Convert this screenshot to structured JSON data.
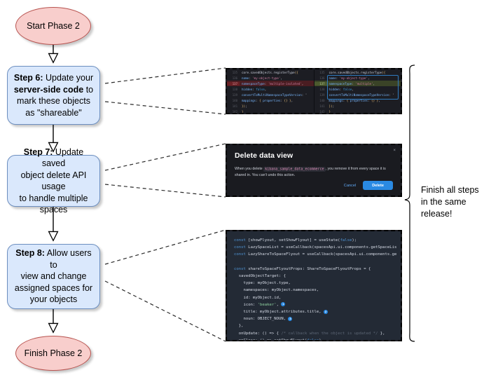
{
  "diagram": {
    "start_node": "Start Phase 2",
    "end_node": "Finish Phase 2",
    "side_note": "Finish all steps in the same release!",
    "steps": [
      {
        "id": "step6",
        "label_bold": "Step 6:",
        "label_rest": " Update your ",
        "label_bold2": "server-side code",
        "label_rest2": " to mark these objects as \"shareable\""
      },
      {
        "id": "step7",
        "line1_bold": "Step 7:",
        "line1_rest": " Update saved",
        "line2": "object delete API usage",
        "line3": "to handle multiple spaces"
      },
      {
        "id": "step8",
        "line1_bold": "Step 8:",
        "line1_rest": " Allow users to",
        "line2": "view and change",
        "line3": "assigned spaces for",
        "line4": "your objects"
      }
    ]
  },
  "diff_screenshot": {
    "left": [
      {
        "num": "135",
        "code": "core.savedObjects.registerType({",
        "state": "ctx"
      },
      {
        "num": "136",
        "code": "  name: 'my-object-type',",
        "state": "ctx"
      },
      {
        "num": "137",
        "code": "  namespaceType: 'multiple-isolated',",
        "state": "del"
      },
      {
        "num": "138",
        "code": "  hidden: false,",
        "state": "ctx"
      },
      {
        "num": "139",
        "code": "  convertToMultiNamespaceTypeVersion: '",
        "state": "ctx"
      },
      {
        "num": "140",
        "code": "  mappings: { properties: {} },",
        "state": "ctx"
      },
      {
        "num": "141",
        "code": "});",
        "state": "ctx"
      },
      {
        "num": "142",
        "code": "}",
        "state": "ctx"
      }
    ],
    "right": [
      {
        "num": "135",
        "code": "core.savedObjects.registerType({",
        "state": "ctx"
      },
      {
        "num": "136",
        "code": "  name: 'my-object-type',",
        "state": "ctx"
      },
      {
        "num": "137",
        "code": "  namespaceType: 'multiple',",
        "state": "add"
      },
      {
        "num": "138",
        "code": "  hidden: false,",
        "state": "ctx"
      },
      {
        "num": "139",
        "code": "  convertToMultiNamespaceTypeVersion: '",
        "state": "ctx"
      },
      {
        "num": "140",
        "code": "  mappings: { properties: {} },",
        "state": "ctx"
      },
      {
        "num": "141",
        "code": "});",
        "state": "ctx"
      },
      {
        "num": "142",
        "code": "}",
        "state": "ctx"
      }
    ]
  },
  "delete_modal": {
    "title": "Delete data view",
    "close_label": "×",
    "body_prefix": "When you delete",
    "body_code": "kibana_sample_data_ecommerce",
    "body_suffix": ", you remove it from every space it is shared in. You can't undo this action.",
    "cancel_label": "Cancel",
    "delete_label": "Delete"
  },
  "code_screenshot": {
    "lines": [
      "const [showFlyout, setShowFlyout] = useState(false);",
      "const LazySpaceList = useCallback(spacesApi.ui.components.getSpaceLis",
      "const LazyShareToSpaceFlyout = useCallback(spacesApi.ui.components.ge",
      "",
      "const shareToSpaceFlyoutProps: ShareToSpaceFlyoutProps = {",
      "  savedObjectTarget: {",
      "    type: myObject.type,",
      "    namespaces: myObject.namespaces,",
      "    id: myObject.id,",
      "    icon: 'beaker',",
      "    title: myObject.attributes.title,",
      "    noun: OBJECT_NOUN,",
      "  },",
      "  onUpdate: () => { /* callback when the object is updated */ },",
      "  onClose: () => setShowFlyout(false),",
      "};"
    ],
    "badges": [
      "1",
      "2",
      "3"
    ]
  },
  "colors": {
    "step_fill": "#dae8fc",
    "step_stroke": "#6c8ebf",
    "terminal_fill": "#f8cecc",
    "terminal_stroke": "#b85450",
    "accent_blue": "#2a8ae3"
  }
}
